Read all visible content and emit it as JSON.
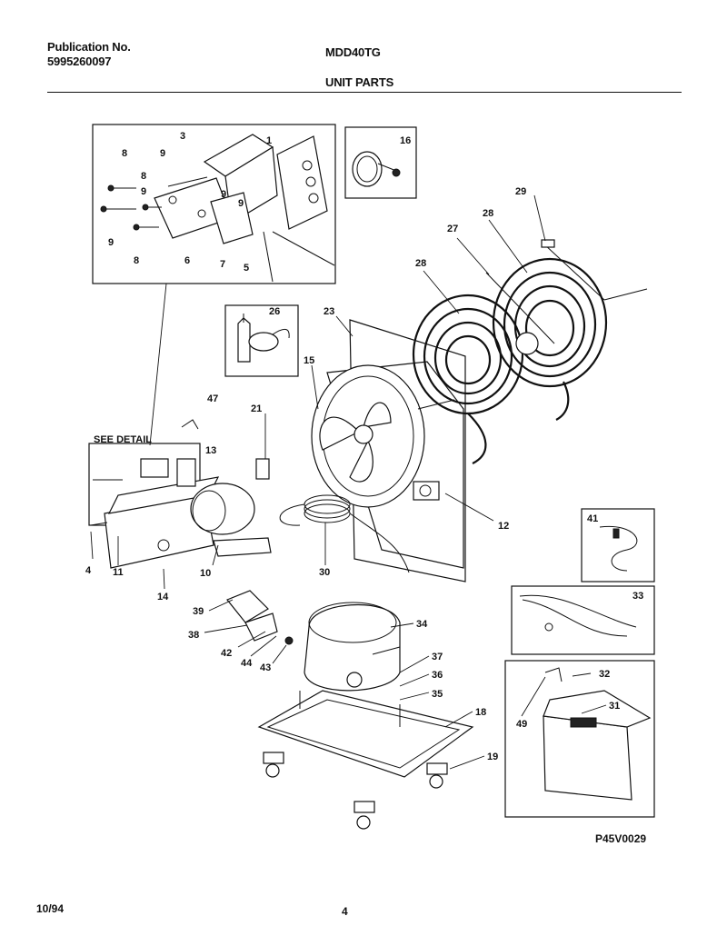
{
  "header": {
    "publication_label": "Publication No.",
    "publication_number": "5995260097",
    "model": "MDD40TG",
    "section_title": "UNIT PARTS"
  },
  "footer": {
    "date": "10/94",
    "page": "4",
    "reference_code": "P45V0029"
  },
  "detail_caption": "SEE DETAIL",
  "part_labels": {
    "p1": "1",
    "p3": "3",
    "p4": "4",
    "p5": "5",
    "p6": "6",
    "p7": "7",
    "p8a": "8",
    "p8b": "8",
    "p8c": "8",
    "p9a": "9",
    "p9b": "9",
    "p9c": "9",
    "p9d": "9",
    "p10": "10",
    "p11": "11",
    "p12": "12",
    "p13": "13",
    "p14": "14",
    "p15": "15",
    "p16": "16",
    "p18": "18",
    "p19": "19",
    "p21": "21",
    "p23": "23",
    "p26": "26",
    "p27": "27",
    "p28a": "28",
    "p28b": "28",
    "p29": "29",
    "p30": "30",
    "p31": "31",
    "p32": "32",
    "p33": "33",
    "p34": "34",
    "p35": "35",
    "p36": "36",
    "p37": "37",
    "p38": "38",
    "p39": "39",
    "p41": "41",
    "p42": "42",
    "p43": "43",
    "p44": "44",
    "p47": "47",
    "p49": "49"
  }
}
